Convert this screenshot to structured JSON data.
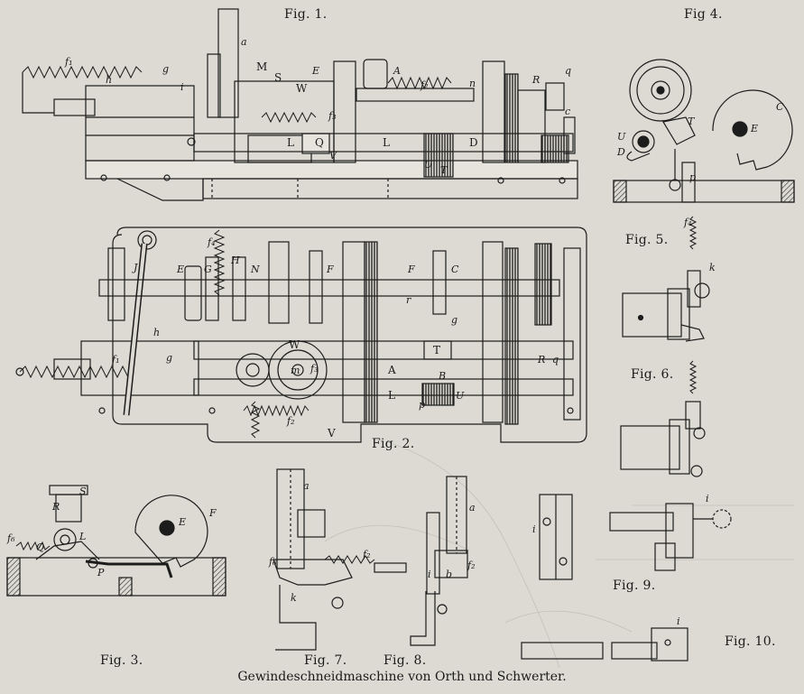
{
  "caption": "Gewindeschneidmaschine von Orth und Schwerter.",
  "figures": {
    "fig1": "Fig. 1.",
    "fig2": "Fig. 2.",
    "fig3": "Fig. 3.",
    "fig4": "Fig 4.",
    "fig5": "Fig. 5.",
    "fig6": "Fig. 6.",
    "fig7": "Fig. 7.",
    "fig8": "Fig. 8.",
    "fig9": "Fig. 9.",
    "fig10": "Fig. 10."
  },
  "annotations": {
    "fig1": [
      "a",
      "f₁",
      "g",
      "h",
      "i",
      "M",
      "S",
      "W",
      "E",
      "A",
      "f₂",
      "n",
      "f₃",
      "R",
      "q",
      "c",
      "L",
      "Q",
      "L",
      "D",
      "U",
      "T",
      "V"
    ],
    "fig2": [
      "J",
      "E",
      "G",
      "H",
      "N",
      "F",
      "F",
      "C",
      "f₄",
      "h",
      "r",
      "g",
      "W",
      "T",
      "A",
      "B",
      "R",
      "q",
      "f₁",
      "g",
      "m",
      "f₃",
      "L",
      "U",
      "f₂",
      "V",
      "p"
    ],
    "fig3": [
      "S",
      "R",
      "L",
      "Q",
      "E",
      "F",
      "f₆",
      "P"
    ],
    "fig4": [
      "C",
      "E",
      "U",
      "T",
      "D",
      "p"
    ],
    "fig5": [
      "f₄",
      "k"
    ],
    "fig7": [
      "a",
      "f₂",
      "f₆",
      "k"
    ],
    "fig8": [
      "a",
      "i",
      "b",
      "f₂"
    ],
    "fig9": [
      "i",
      "i"
    ],
    "fig10": [
      "i"
    ]
  },
  "colors": {
    "paper": "#dcdad3",
    "ink": "#1c1c1c",
    "hatch": "#2a2a2a",
    "faint": "#9a988f"
  }
}
